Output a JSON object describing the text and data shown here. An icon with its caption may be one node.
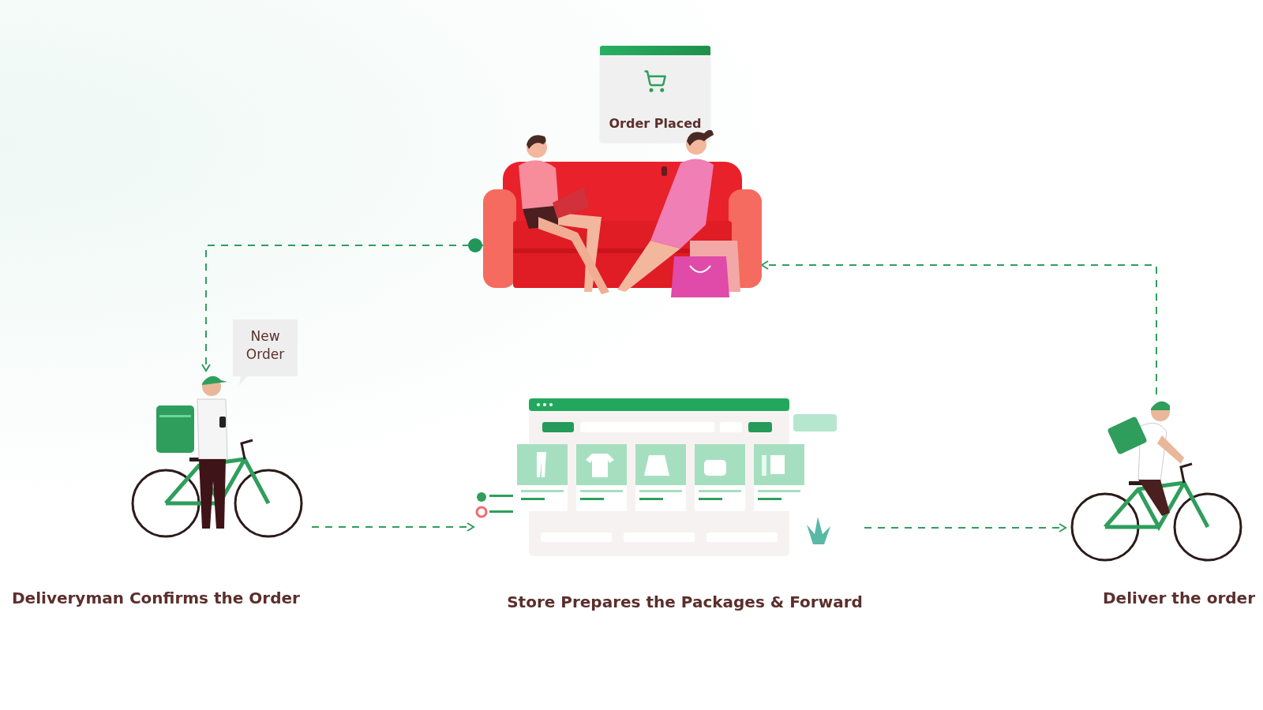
{
  "diagram": {
    "nodes": [
      {
        "text": [
          "Order Placed"
        ]
      },
      {
        "text": [],
        "shape": "picture"
      },
      {
        "text": [
          "New Order"
        ]
      },
      {
        "text": [
          "Deliveryman Confirms the Order"
        ]
      },
      {
        "text": [
          "Store Prepares the Packages & Forward"
        ]
      },
      {
        "text": [
          "Deliver the order"
        ]
      }
    ],
    "edges": [
      {
        "from": 1,
        "to": 3,
        "arrow": "to",
        "style": "dashed"
      },
      {
        "from": 3,
        "to": 4,
        "arrow": "to",
        "style": "dashed"
      },
      {
        "from": 4,
        "to": 5,
        "arrow": "to",
        "style": "dashed"
      },
      {
        "from": 5,
        "to": 1,
        "arrow": "to",
        "style": "dashed"
      }
    ]
  }
}
